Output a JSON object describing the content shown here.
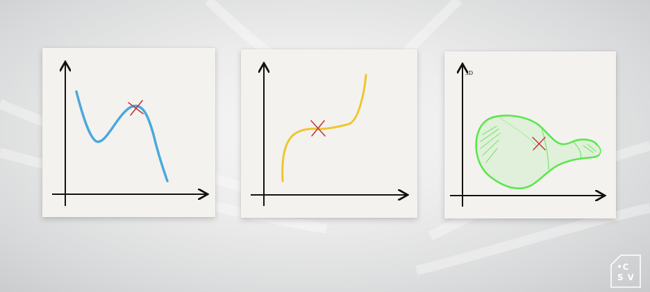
{
  "background": {
    "color": "#e3e4e5"
  },
  "cards": [
    {
      "id": "card-1",
      "curve_color": "#4aa8dc",
      "marker_color": "#c3343a",
      "curve_shape": "local-max-and-min"
    },
    {
      "id": "card-2",
      "curve_color": "#f0c52e",
      "marker_color": "#c3343a",
      "curve_shape": "inflection-point"
    },
    {
      "id": "card-3",
      "curve_color": "#5ce64a",
      "marker_color": "#c3343a",
      "curve_shape": "3d-saddle-surface",
      "corner_label": "3D"
    }
  ],
  "logo": {
    "line1": "C",
    "line2": "SV",
    "color": "#ffffff"
  }
}
